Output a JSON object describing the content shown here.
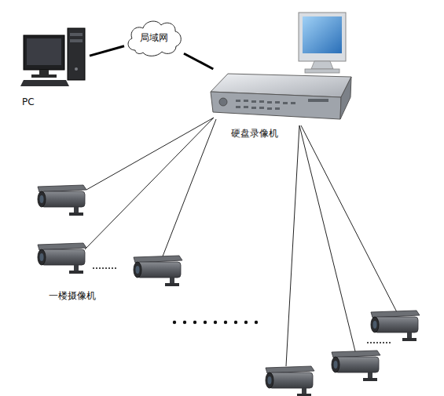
{
  "diagram": {
    "nodes": [
      {
        "text": [
          "PC"
        ]
      },
      {
        "text": [
          "局域网"
        ]
      },
      {
        "text": [
          "硬盘录像机"
        ]
      }
    ],
    "edges": [
      {
        "from": 0,
        "to": 1,
        "arrow": "none"
      },
      {
        "from": 1,
        "to": 2,
        "arrow": "none"
      }
    ],
    "labels": [
      "一楼摄像机"
    ]
  }
}
